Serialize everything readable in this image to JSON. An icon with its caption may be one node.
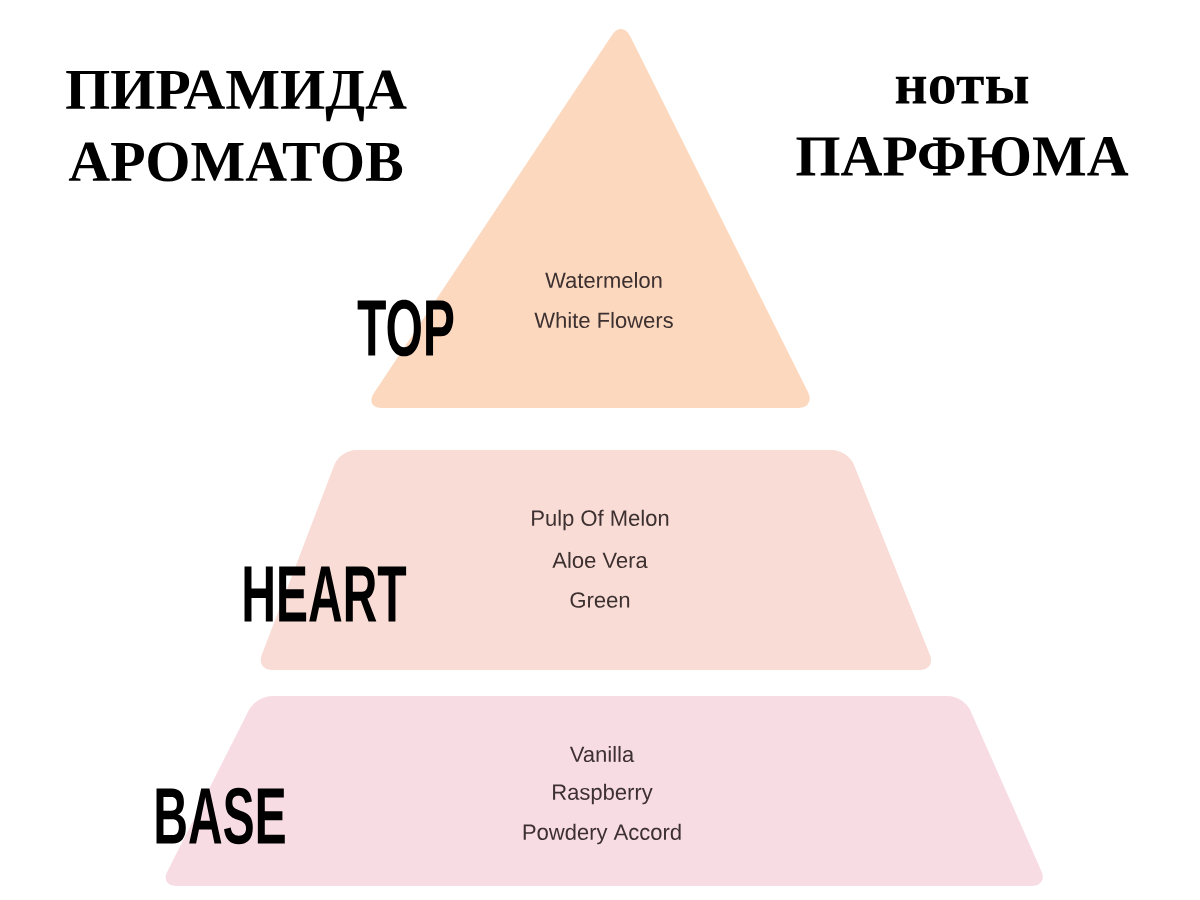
{
  "diagram": {
    "title": "ПИРАМИДА АРОМАТОВ",
    "nodes": [
      {
        "text": [
          "TOP",
          "Watermelon",
          "White Flowers"
        ]
      },
      {
        "text": [
          "HEART",
          "Pulp Of Melon",
          "Aloe Vera",
          "Green"
        ]
      },
      {
        "text": [
          "BASE",
          "Vanilla",
          "Raspberry",
          "Powdery Accord"
        ]
      }
    ],
    "labels": [
      "ноты ПАРФЮМА"
    ]
  }
}
